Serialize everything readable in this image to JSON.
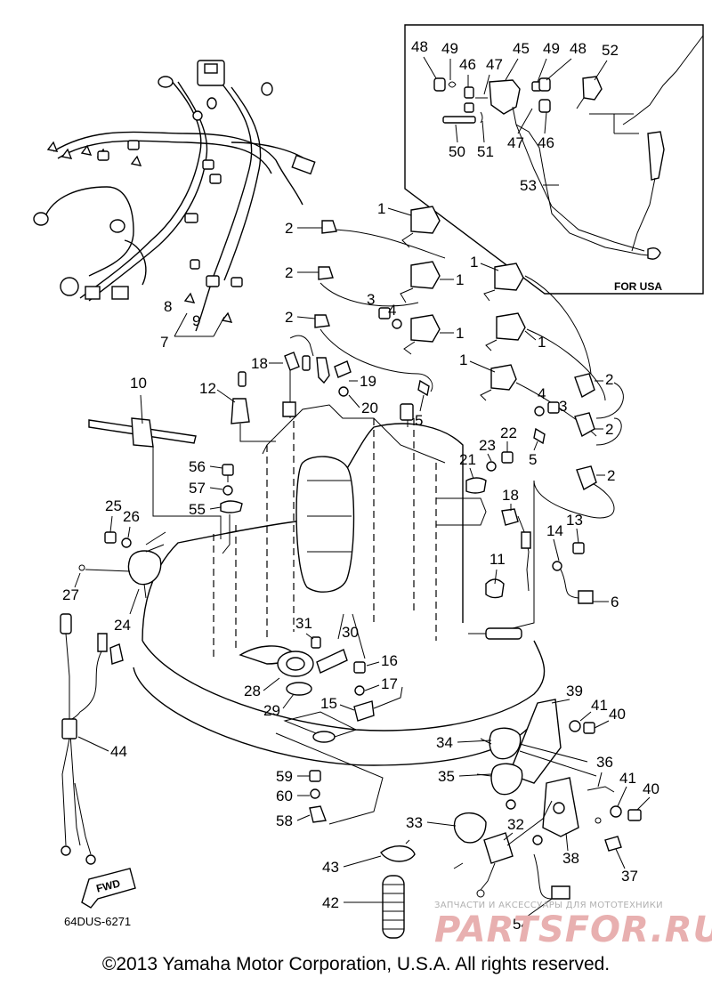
{
  "diagram": {
    "code": "64DUS-6271",
    "inset_label": "FOR USA",
    "fwd_label": "FWD",
    "callouts": {
      "c1a": "1",
      "c1b": "1",
      "c1c": "1",
      "c1d": "1",
      "c1e": "1",
      "c1f": "1",
      "c2a": "2",
      "c2b": "2",
      "c2c": "2",
      "c2d": "2",
      "c2e": "2",
      "c2f": "2",
      "c3a": "3",
      "c3b": "3",
      "c4a": "4",
      "c4b": "4",
      "c5a": "5",
      "c5b": "5",
      "c6": "6",
      "c7": "7",
      "c8": "8",
      "c9": "9",
      "c10": "10",
      "c11": "11",
      "c12": "12",
      "c13": "13",
      "c14": "14",
      "c15": "15",
      "c16": "16",
      "c17": "17",
      "c18a": "18",
      "c18b": "18",
      "c19": "19",
      "c20": "20",
      "c21": "21",
      "c22": "22",
      "c23": "23",
      "c24": "24",
      "c25": "25",
      "c26": "26",
      "c27": "27",
      "c28": "28",
      "c29": "29",
      "c30": "30",
      "c31": "31",
      "c32": "32",
      "c33": "33",
      "c34": "34",
      "c35": "35",
      "c36": "36",
      "c37": "37",
      "c38": "38",
      "c39": "39",
      "c40a": "40",
      "c40b": "40",
      "c41a": "41",
      "c41b": "41",
      "c42": "42",
      "c43": "43",
      "c44": "44",
      "c45": "45",
      "c46a": "46",
      "c46b": "46",
      "c47a": "47",
      "c47b": "47",
      "c48a": "48",
      "c48b": "48",
      "c49a": "49",
      "c49b": "49",
      "c50": "50",
      "c51": "51",
      "c52": "52",
      "c53": "53",
      "c54": "54",
      "c55": "55",
      "c56": "56",
      "c57": "57",
      "c58": "58",
      "c59": "59",
      "c60": "60"
    }
  },
  "watermark": {
    "tagline": "ЗАПЧАСТИ И АКСЕССУАРЫ ДЛЯ МОТОТЕХНИКИ",
    "brand": "PARTSFOR.RU"
  },
  "footer": {
    "copyright": "©2013 Yamaha Motor Corporation, U.S.A. All rights reserved."
  }
}
